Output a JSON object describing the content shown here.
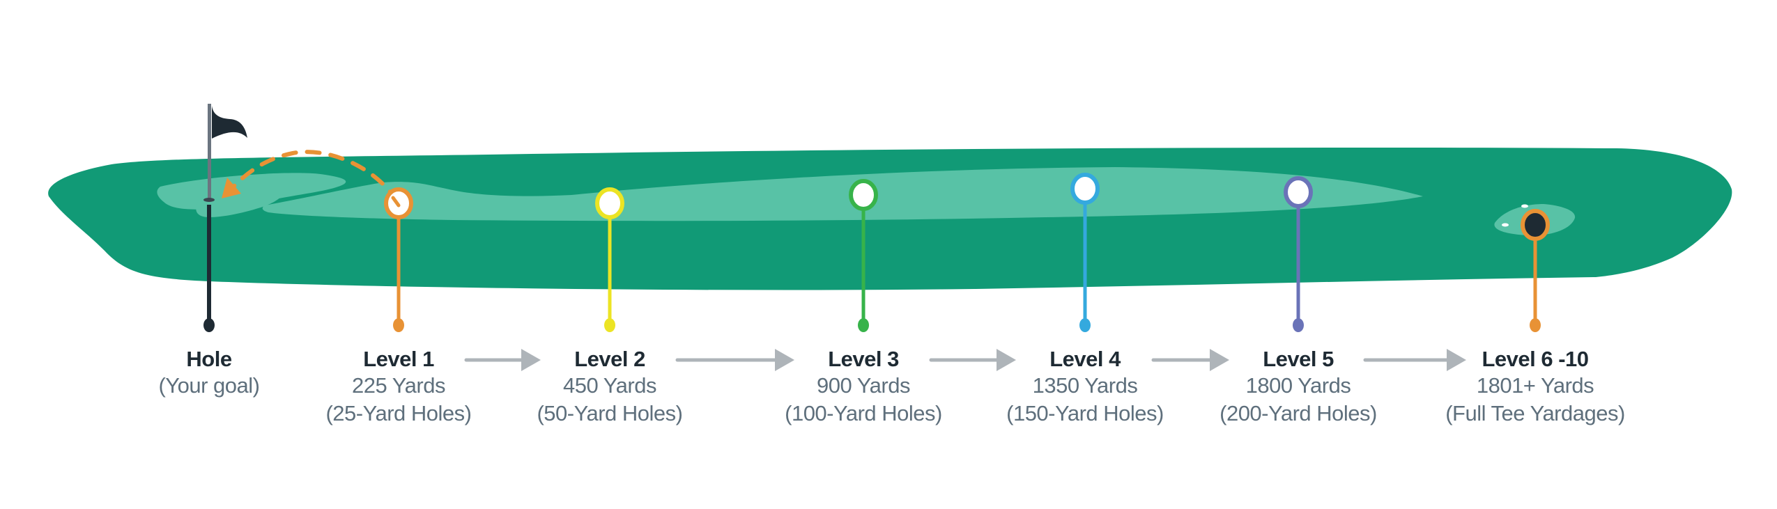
{
  "diagram": {
    "title": "Golf level progression",
    "colors": {
      "fairway": "#119a76",
      "fairway_light": "#58c2a6",
      "flag": "#1e2a33",
      "pole": "#6b7580",
      "trajectory": "#e89235",
      "arrow": "#aeb4b9",
      "title_text": "#1e2a33",
      "sub_text": "#5e6f7c"
    },
    "stops": [
      {
        "id": "hole",
        "title": "Hole",
        "line1": "(Your goal)",
        "line2": "",
        "color": "#1e2a33",
        "icon": "flag-icon"
      },
      {
        "id": "level-1",
        "title": "Level 1",
        "line1": "225 Yards",
        "line2": "(25-Yard Holes)",
        "color": "#e89235",
        "icon": "ball-marker-icon"
      },
      {
        "id": "level-2",
        "title": "Level 2",
        "line1": "450 Yards",
        "line2": "(50-Yard Holes)",
        "color": "#ece424",
        "icon": "ball-marker-icon"
      },
      {
        "id": "level-3",
        "title": "Level 3",
        "line1": "900 Yards",
        "line2": "(100-Yard Holes)",
        "color": "#37b34a",
        "icon": "ball-marker-icon"
      },
      {
        "id": "level-4",
        "title": "Level 4",
        "line1": "1350 Yards",
        "line2": "(150-Yard Holes)",
        "color": "#34a9de",
        "icon": "ball-marker-icon"
      },
      {
        "id": "level-5",
        "title": "Level 5",
        "line1": "1800 Yards",
        "line2": "(200-Yard Holes)",
        "color": "#6a73b8",
        "icon": "ball-marker-icon"
      },
      {
        "id": "level-6-10",
        "title": "Level 6 -10",
        "line1": "1801+ Yards",
        "line2": "(Full Tee Yardages)",
        "color": "#e89235",
        "icon": "tee-marker-icon"
      }
    ],
    "progression_arrows": [
      "level-1 to level-2",
      "level-2 to level-3",
      "level-3 to level-4",
      "level-4 to level-5",
      "level-5 to level-6-10"
    ]
  }
}
